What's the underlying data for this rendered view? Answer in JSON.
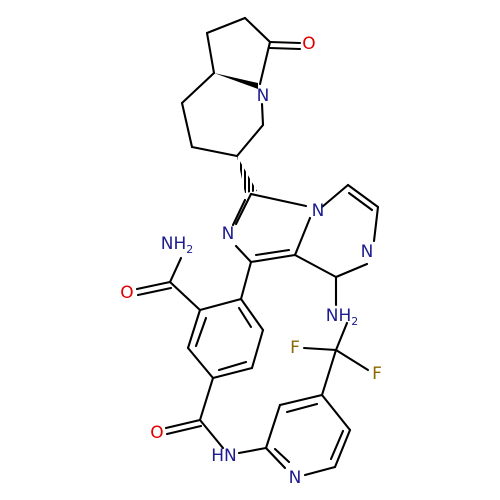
{
  "colors": {
    "bond": "#000000",
    "N": "#1c1c8f",
    "O": "#e00000",
    "F": "#8a6a00",
    "background": "#ffffff"
  },
  "atoms": {
    "O_lactam": {
      "text": "O",
      "element": "O"
    },
    "N_indolizidinone": {
      "text": "N",
      "element": "N"
    },
    "N_imidazole_bridgehead": {
      "text": "N",
      "element": "N"
    },
    "N_imidazole": {
      "text": "N",
      "element": "N"
    },
    "N_pyrazine": {
      "text": "N",
      "element": "N"
    },
    "NH2_amide": {
      "text": "NH",
      "sub": "2",
      "element": "N"
    },
    "O_amide_top": {
      "text": "O",
      "element": "O"
    },
    "NH2_amino": {
      "text": "NH",
      "sub": "2",
      "element": "N"
    },
    "F_left": {
      "text": "F",
      "element": "F"
    },
    "F_right": {
      "text": "F",
      "element": "F"
    },
    "O_amide_bottom": {
      "text": "O",
      "element": "O"
    },
    "NH_amide": {
      "text": "HN",
      "element": "N"
    },
    "N_pyridine": {
      "text": "N",
      "element": "N"
    }
  }
}
